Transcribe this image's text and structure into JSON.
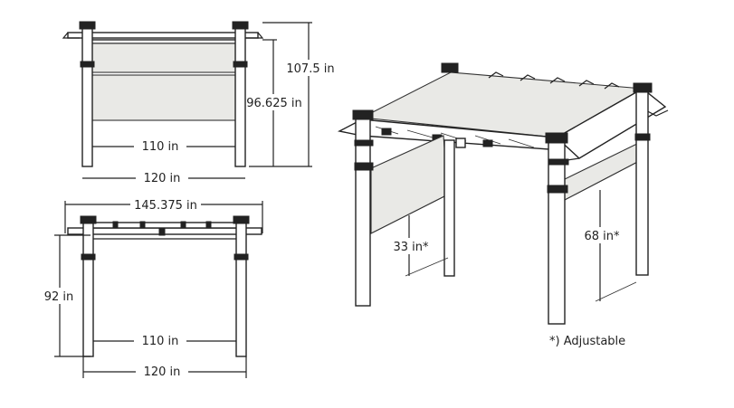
{
  "diagram": {
    "front_view": {
      "total_height": "107.5 in",
      "shade_height": "96.625 in",
      "inner_width": "110 in",
      "outer_width": "120 in"
    },
    "side_view": {
      "beam_length": "145.375 in",
      "post_height": "92 in",
      "inner_width": "110 in",
      "outer_width": "120 in"
    },
    "perspective_view": {
      "side_shade_height": "33 in*",
      "front_shade_height": "68 in*",
      "note": "*) Adjustable"
    },
    "colors": {
      "line": "#222222",
      "shade": "#e9e9e6"
    }
  }
}
